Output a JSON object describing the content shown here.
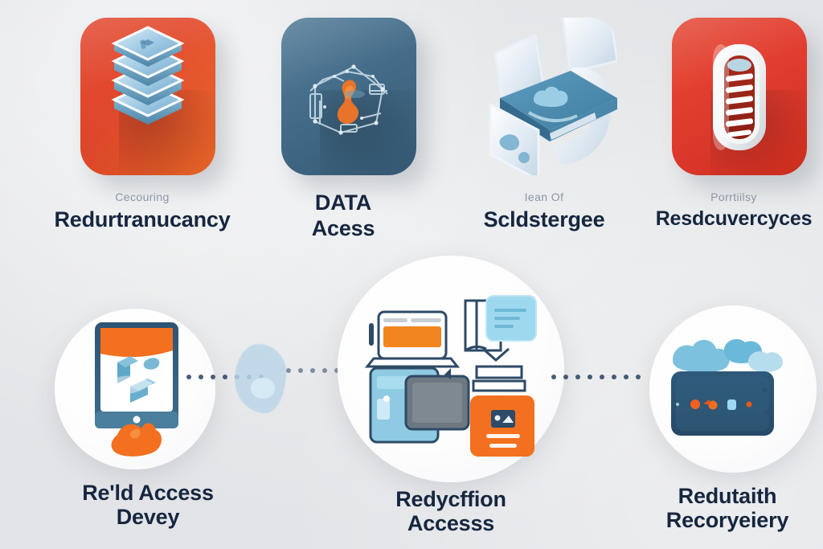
{
  "background": {
    "base_color": "#e5e7ea",
    "accent_red_orange": "#e14426",
    "accent_steel_blue": "#3c6684",
    "accent_red": "#e03528",
    "accent_orange": "#f2701f",
    "accent_light_blue": "#9dc9e2",
    "text_navy": "#16263f",
    "text_muted": "#8d97a6"
  },
  "top_row": [
    {
      "id": "redundancy",
      "tile_style": "red-orange",
      "icon_name": "stacked-database-icon",
      "kicker": "Cecouring",
      "headline": "Redurtranucancy"
    },
    {
      "id": "data-access",
      "tile_style": "steel",
      "icon_name": "network-diagram-icon",
      "kicker": "",
      "headline_line1": "DATA",
      "headline_line2": "Acess"
    },
    {
      "id": "cold-storage",
      "tile_style": "none",
      "icon_name": "unfolding-panels-icon",
      "kicker": "Iean Of",
      "headline": "Scldstergee"
    },
    {
      "id": "recovery",
      "tile_style": "red",
      "icon_name": "striped-capsule-icon",
      "kicker": "Porrtiilsy",
      "headline": "Resdcuvercyces"
    }
  ],
  "bottom_row": [
    {
      "id": "field-access",
      "icon_name": "tablet-device-icon",
      "label_line1": "Re'ld Access",
      "label_line2": "Devey"
    },
    {
      "id": "replication-access",
      "icon_name": "multi-device-documents-icon",
      "label_line1": "Redycffion",
      "label_line2": "Accesss"
    },
    {
      "id": "cloud-recovery",
      "icon_name": "cloud-screen-icon",
      "label_line1": "Redutaith",
      "label_line2": "Recoryeiery"
    }
  ],
  "connectors": [
    {
      "id": "connector-left",
      "dot_count": 7
    },
    {
      "id": "connector-mid",
      "dot_count": 6
    },
    {
      "id": "connector-right",
      "dot_count": 8
    }
  ]
}
